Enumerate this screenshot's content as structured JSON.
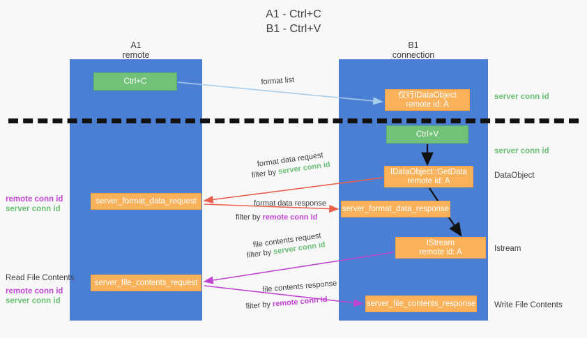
{
  "title": {
    "line1": "A1 - Ctrl+C",
    "line2": "B1 - Ctrl+V"
  },
  "colors": {
    "lane": "#4a7fd4",
    "green_box": "#72c179",
    "orange_box": "#f9b15a",
    "server_conn_id": "#6bbf74",
    "remote_conn_id": "#c045d0",
    "arrow_light_blue": "#a8cdea",
    "arrow_red": "#e8604c",
    "arrow_magenta": "#c045d0",
    "arrow_black": "#111111",
    "background": "#f8f8f8"
  },
  "columns": [
    {
      "name": "A1",
      "subtitle": "remote"
    },
    {
      "name": "B1",
      "subtitle": "connection"
    }
  ],
  "boxes": {
    "ctrl_c": {
      "line1": "Ctrl+C"
    },
    "idataobject": {
      "line1": "仅行IDataObject",
      "line2": "remote id: A"
    },
    "ctrl_v": {
      "line1": "Ctrl+V"
    },
    "getdata": {
      "line1": "IDataObject::GetData",
      "line2": "remote id: A"
    },
    "istream": {
      "line1": "IStream",
      "line2": "remote id: A"
    },
    "server_format_data_request": {
      "line1": "server_format_data_request"
    },
    "server_format_data_response": {
      "line1": "server_format_data_response"
    },
    "server_file_contents_request": {
      "line1": "server_file_contents_request"
    },
    "server_file_contents_response": {
      "line1": "server_file_contents_response"
    }
  },
  "right_labels": {
    "server_conn_id_1": "server conn id",
    "server_conn_id_2": "server conn id",
    "dataobject": "DataObject",
    "istream": "Istream",
    "write_file_contents": "Write File Contents"
  },
  "left_labels": {
    "stack1_remote": "remote conn id",
    "stack1_server": "server conn id",
    "read_file_contents": "Read File Contents",
    "stack2_remote": "remote conn id",
    "stack2_server": "server conn id"
  },
  "edge_labels": {
    "format_list": "format list",
    "format_data_request": "format data request",
    "format_data_request_filter_prefix": "filter by ",
    "format_data_request_filter_value": "server conn id",
    "format_data_response": "format data response",
    "format_data_response_filter_prefix": "filter by ",
    "format_data_response_filter_value": "remote conn id",
    "file_contents_request": "file contents request",
    "file_contents_request_filter_prefix": "filter by ",
    "file_contents_request_filter_value": "server conn id",
    "file_contents_response": "file contents response",
    "file_contents_response_filter_prefix": "filter by ",
    "file_contents_response_filter_value": "remote conn id"
  }
}
